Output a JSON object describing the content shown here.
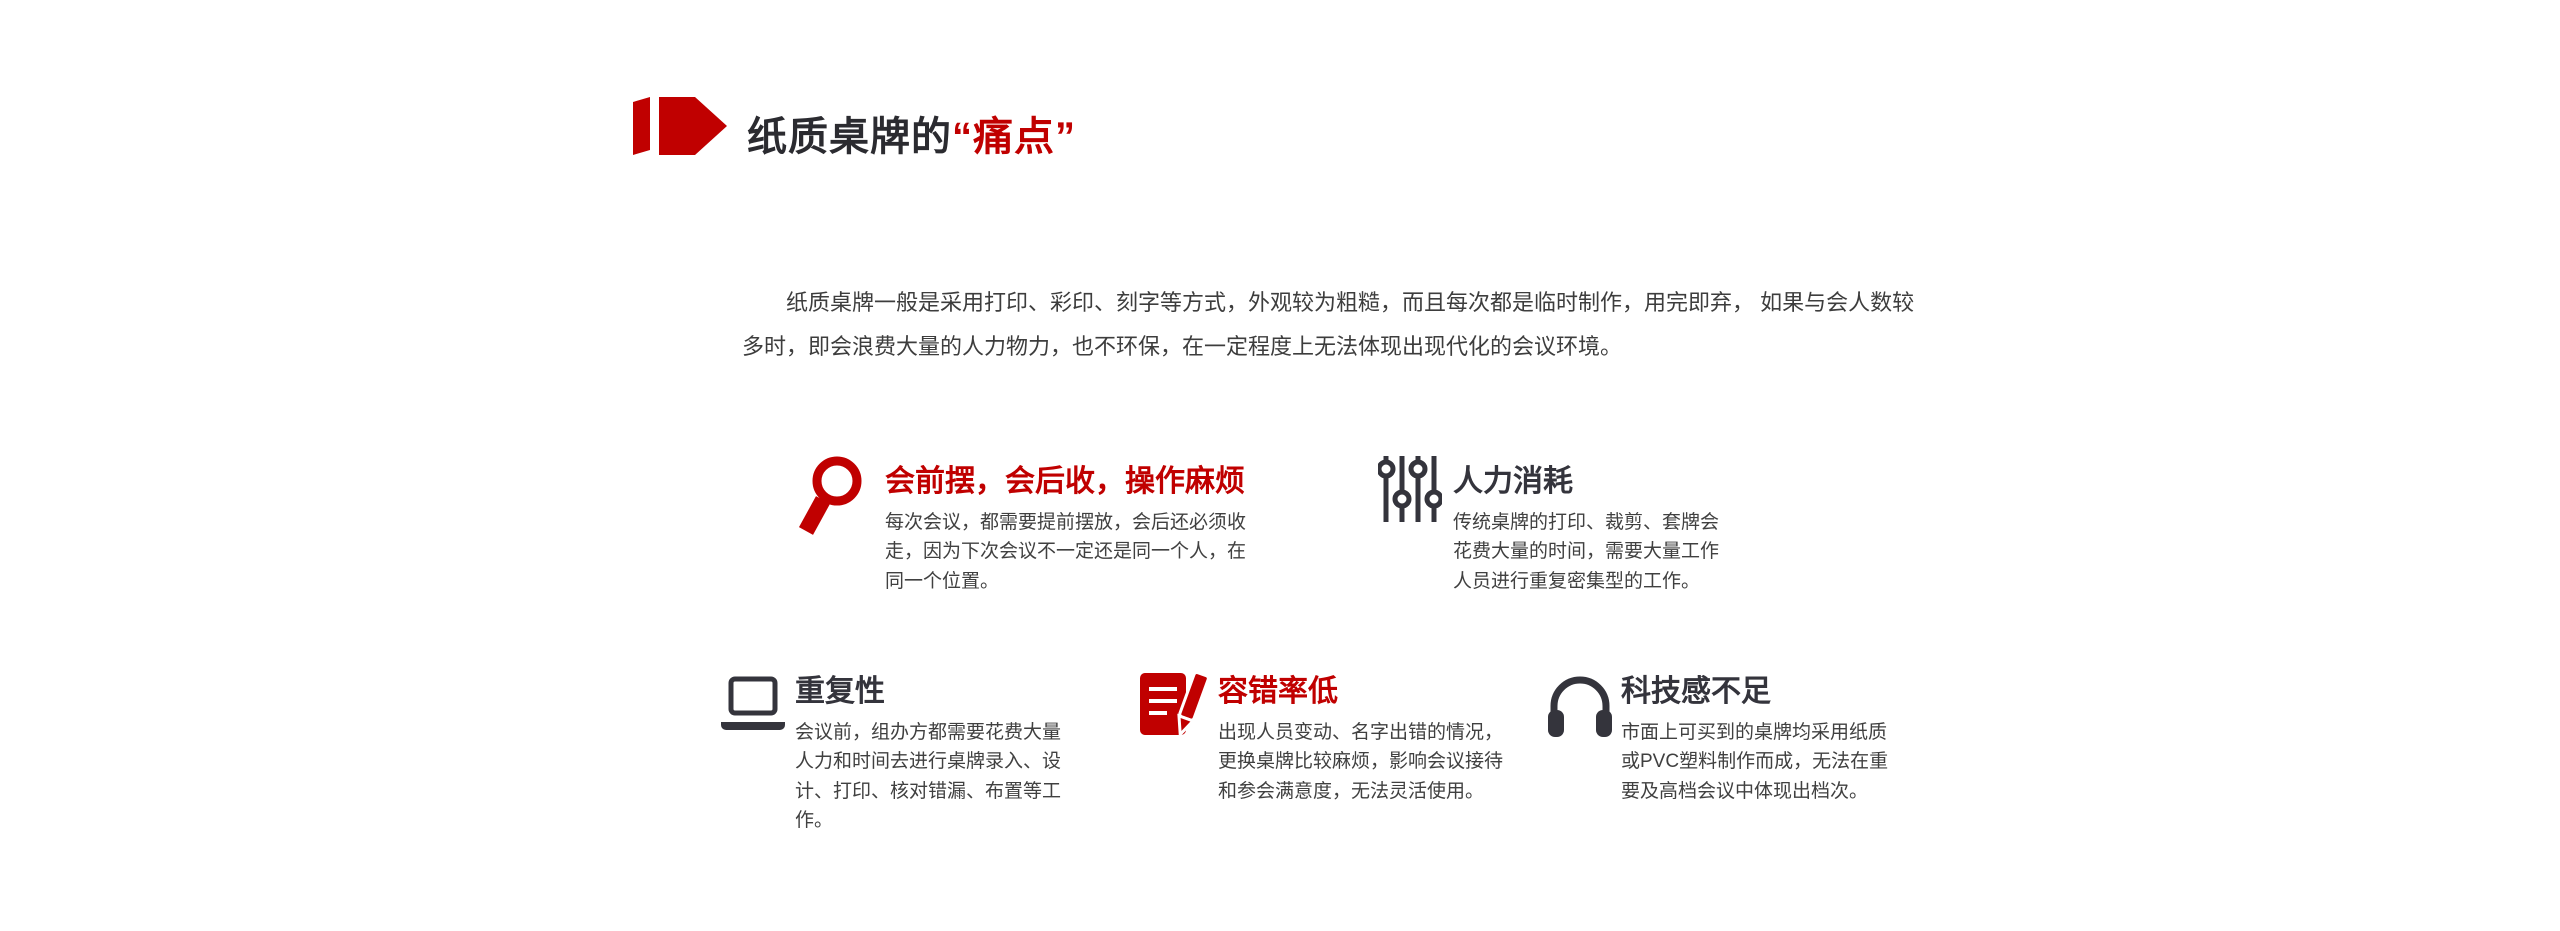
{
  "slide": {
    "background": "#ffffff",
    "colors": {
      "accent_red": "#c00000",
      "dark": "#34343c",
      "body_text": "#404040"
    }
  },
  "header": {
    "marker_icon": "arrow-marker-icon",
    "title_prefix": "纸质桌牌的",
    "title_highlight": "“痛点”"
  },
  "intro": {
    "text": "纸质桌牌一般是采用打印、彩印、刻字等方式，外观较为粗糙，而且每次都是临时制作，用完即弃， 如果与会人数较多时，即会浪费大量的人力物力，也不环保，在一定程度上无法体现出现代化的会议环境。"
  },
  "pain_points": [
    {
      "icon": "magnifier-icon",
      "emphasis": "red",
      "title": "会前摆，会后收，操作麻烦",
      "body": "每次会议，都需要提前摆放，会后还必须收走，因为下次会议不一定还是同一个人，在同一个位置。"
    },
    {
      "icon": "sliders-icon",
      "emphasis": "dark",
      "title": "人力消耗",
      "body": "传统桌牌的打印、裁剪、套牌会花费大量的时间，需要大量工作人员进行重复密集型的工作。"
    },
    {
      "icon": "laptop-icon",
      "emphasis": "dark",
      "title": "重复性",
      "body": "会议前，组办方都需要花费大量人力和时间去进行桌牌录入、设计、打印、核对错漏、布置等工作。"
    },
    {
      "icon": "document-pen-icon",
      "emphasis": "red",
      "title": "容错率低",
      "body": "出现人员变动、名字出错的情况，更换桌牌比较麻烦，影响会议接待和参会满意度，无法灵活使用。"
    },
    {
      "icon": "headphones-icon",
      "emphasis": "dark",
      "title": "科技感不足",
      "body": "市面上可买到的桌牌均采用纸质或PVC塑料制作而成，无法在重要及高档会议中体现出档次。"
    }
  ]
}
